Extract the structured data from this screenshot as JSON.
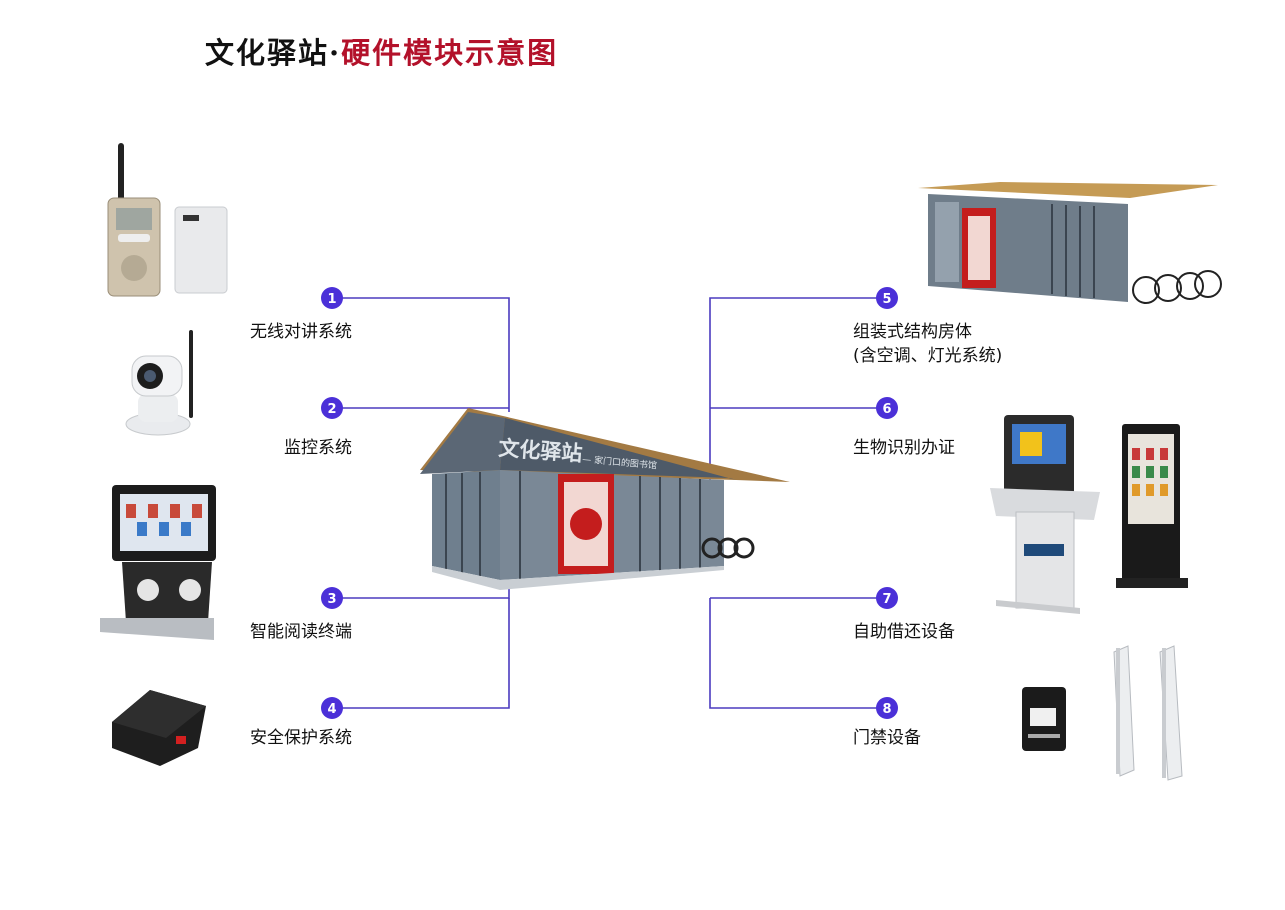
{
  "title": {
    "part1": "文化驿站·",
    "part2": "硬件模块示意图"
  },
  "colors": {
    "line": "#4b3bbf",
    "badge": "#4b30d8",
    "title_red": "#b3112a"
  },
  "modules": [
    {
      "num": "1",
      "label": "无线对讲系统"
    },
    {
      "num": "2",
      "label": "监控系统"
    },
    {
      "num": "3",
      "label": "智能阅读终端"
    },
    {
      "num": "4",
      "label": "安全保护系统"
    },
    {
      "num": "5",
      "label": "组装式结构房体",
      "label2": "(含空调、灯光系统)"
    },
    {
      "num": "6",
      "label": "生物识别办证"
    },
    {
      "num": "7",
      "label": "自助借还设备"
    },
    {
      "num": "8",
      "label": "门禁设备"
    }
  ],
  "kiosk": {
    "sign": "文化驿站",
    "sign_small": "— 家门口的图书馆"
  },
  "icons": [
    "walkie-talkie-icon",
    "ip-camera-icon",
    "reading-terminal-icon",
    "alarm-device-icon",
    "kiosk-house-icon",
    "self-service-terminal-icon",
    "security-gate-icon"
  ]
}
